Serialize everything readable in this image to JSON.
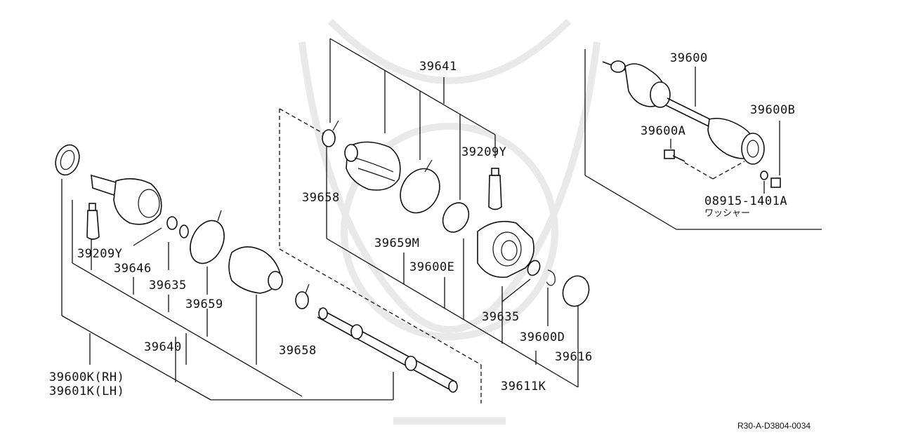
{
  "diagram": {
    "labels": {
      "p39600": "39600",
      "p39600B": "39600B",
      "p39600A": "39600A",
      "p08915": "08915-1401A",
      "washer": "ワッシャー",
      "p39641": "39641",
      "p39209Y_top": "39209Y",
      "p39658_top": "39658",
      "p39659M": "39659M",
      "p39600E": "39600E",
      "p39635_mid": "39635",
      "p39600D": "39600D",
      "p39616": "39616",
      "p39611K": "39611K",
      "p39209Y_left": "39209Y",
      "p39646": "39646",
      "p39635_left": "39635",
      "p39659": "39659",
      "p39640": "39640",
      "p39658_bottom": "39658",
      "p39600K": "39600K(RH)",
      "p39601K": "39601K(LH)"
    },
    "diagram_code": "R30-A-D3804-0034"
  }
}
